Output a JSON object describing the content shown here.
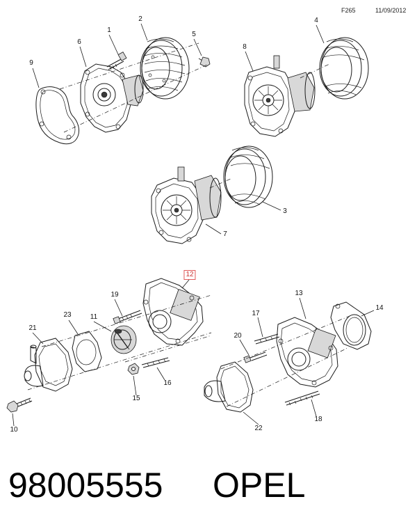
{
  "header": {
    "code": "F265",
    "date": "11/09/2012"
  },
  "callouts": [
    {
      "id": "1",
      "label": "1"
    },
    {
      "id": "2",
      "label": "2"
    },
    {
      "id": "3",
      "label": "3"
    },
    {
      "id": "4",
      "label": "4"
    },
    {
      "id": "5",
      "label": "5"
    },
    {
      "id": "6",
      "label": "6"
    },
    {
      "id": "7",
      "label": "7"
    },
    {
      "id": "8",
      "label": "8"
    },
    {
      "id": "9",
      "label": "9"
    },
    {
      "id": "10",
      "label": "10"
    },
    {
      "id": "11",
      "label": "11"
    },
    {
      "id": "12",
      "label": "12",
      "highlighted": true
    },
    {
      "id": "13",
      "label": "13"
    },
    {
      "id": "14",
      "label": "14"
    },
    {
      "id": "15",
      "label": "15"
    },
    {
      "id": "16",
      "label": "16"
    },
    {
      "id": "17",
      "label": "17"
    },
    {
      "id": "18",
      "label": "18"
    },
    {
      "id": "19",
      "label": "19"
    },
    {
      "id": "20",
      "label": "20"
    },
    {
      "id": "21",
      "label": "21"
    },
    {
      "id": "22",
      "label": "22"
    },
    {
      "id": "23",
      "label": "23"
    }
  ],
  "footer": {
    "part_number": "98005555",
    "brand": "OPEL"
  },
  "colors": {
    "highlight": "#e05a5a",
    "line": "#1a1a1a"
  }
}
